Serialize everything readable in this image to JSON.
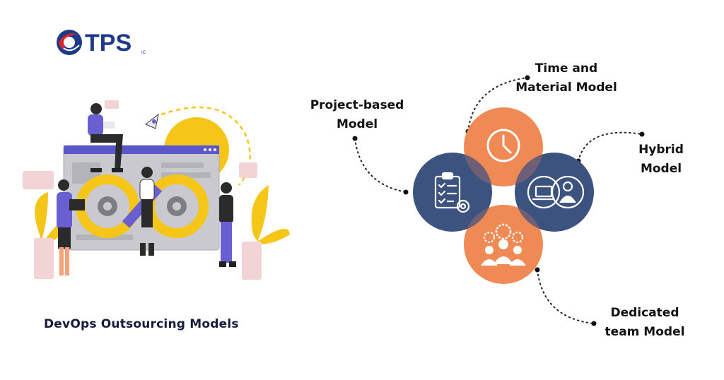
{
  "logo": {
    "brand": "TPS",
    "suffix": "IC"
  },
  "caption": "DevOps Outsourcing Models",
  "models": {
    "project_based": {
      "line1": "Project-based",
      "line2": "Model",
      "icon": "clipboard-checklist-gear-icon"
    },
    "time_material": {
      "line1": "Time and",
      "line2": "Material Model",
      "icon": "clock-icon"
    },
    "hybrid": {
      "line1": "Hybrid",
      "line2": "Model",
      "icon": "laptop-person-icon"
    },
    "dedicated": {
      "line1": "Dedicated",
      "line2": "team Model",
      "icon": "team-gears-icon"
    }
  },
  "colors": {
    "navy": "#3c527f",
    "orange": "#f08a55",
    "overlap": "#6e5f76",
    "dots": "#222222",
    "caption": "#151d3a",
    "logo_blue": "#1d3a8a",
    "logo_red": "#d8262b",
    "illustration_yellow": "#f5c518",
    "illustration_purple": "#6a5fd0"
  }
}
